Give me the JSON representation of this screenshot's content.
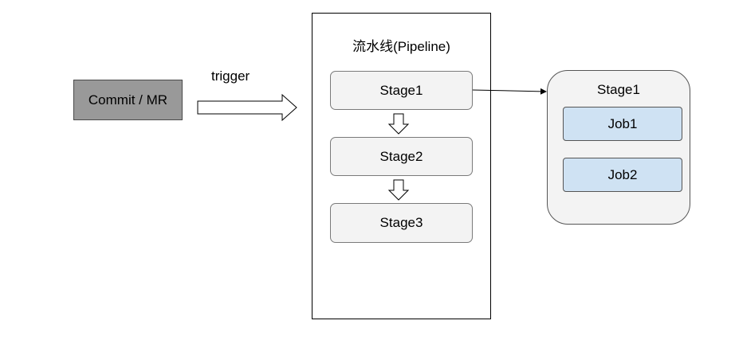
{
  "source": {
    "label": "Commit / MR"
  },
  "trigger": {
    "label": "trigger"
  },
  "pipeline": {
    "title": "流水线(Pipeline)",
    "stages": [
      "Stage1",
      "Stage2",
      "Stage3"
    ]
  },
  "stage_detail": {
    "title": "Stage1",
    "jobs": [
      "Job1",
      "Job2"
    ]
  },
  "colors": {
    "source_fill": "#999999",
    "stage_fill": "#f3f3f3",
    "job_fill": "#cfe2f3"
  }
}
